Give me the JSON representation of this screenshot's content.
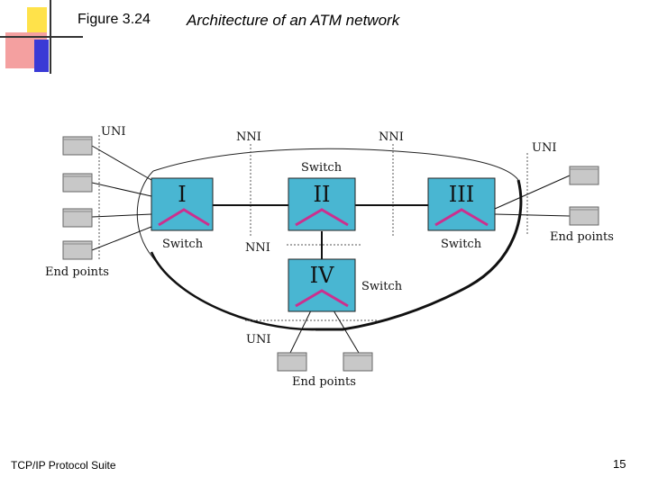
{
  "header": {
    "figure_number": "Figure 3.24",
    "title": "Architecture of an ATM network"
  },
  "footer": {
    "left": "TCP/IP Protocol Suite",
    "page_number": "15"
  },
  "diagram": {
    "interface_labels": {
      "uni_left": "UNI",
      "nni_top_left": "NNI",
      "nni_top_right": "NNI",
      "uni_right": "UNI",
      "nni_middle": "NNI",
      "uni_bottom": "UNI"
    },
    "switches": {
      "s1": {
        "roman": "I",
        "label": "Switch"
      },
      "s2": {
        "roman": "II",
        "label": "Switch"
      },
      "s3": {
        "roman": "III",
        "label": "Switch"
      },
      "s4": {
        "roman": "IV",
        "label": "Switch"
      }
    },
    "endpoint_labels": {
      "left": "End points",
      "right": "End points",
      "bottom": "End points"
    },
    "colors": {
      "switch_fill": "#49b6d2",
      "switch_glyph": "#cc2f8e",
      "endpoint_fill": "#c8c8c8",
      "deco_yellow": "#ffe24a",
      "deco_red": "#f08080",
      "deco_blue": "#3a3ad6"
    }
  }
}
